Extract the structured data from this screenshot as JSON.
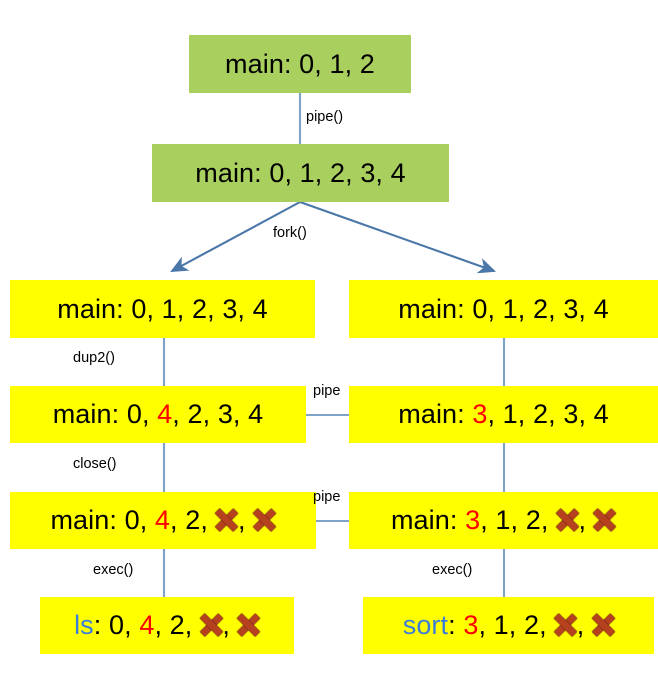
{
  "diagram": {
    "title": "pipe-fork-dup2-exec file descriptor table diagram",
    "colors": {
      "green_box": "#A9CF5E",
      "yellow_box": "#FFFF00",
      "connector": "#4A76A8",
      "red_token": "#FF0000",
      "blue_token": "#3B7DD8",
      "x_token": "#B5411F",
      "background": "#FFFFFF"
    },
    "nodes": [
      {
        "id": "n1",
        "label": "main: 0, 1, 2",
        "fill": "green",
        "tokens": [
          {
            "text": "main: 0, 1, 2",
            "color": "black"
          }
        ]
      },
      {
        "id": "n2",
        "label": "main: 0, 1, 2, 3, 4",
        "fill": "green",
        "tokens": [
          {
            "text": "main: 0, 1, 2, 3, 4",
            "color": "black"
          }
        ]
      },
      {
        "id": "n3",
        "label": "main: 0, 1, 2, 3, 4",
        "fill": "yellow",
        "tokens": [
          {
            "text": "main: 0, 1, 2, 3, 4",
            "color": "black"
          }
        ]
      },
      {
        "id": "n4",
        "label": "main: 0, 1, 2, 3, 4",
        "fill": "yellow",
        "tokens": [
          {
            "text": "main: 0, 1, 2, 3, 4",
            "color": "black"
          }
        ]
      },
      {
        "id": "n5",
        "label": "main: 0, 4, 2, 3, 4",
        "fill": "yellow",
        "tokens": [
          {
            "text": "main: 0, ",
            "color": "black"
          },
          {
            "text": "4",
            "color": "red"
          },
          {
            "text": ", 2, 3, 4",
            "color": "black"
          }
        ]
      },
      {
        "id": "n6",
        "label": "main: 3, 1, 2, 3, 4",
        "fill": "yellow",
        "tokens": [
          {
            "text": "main: ",
            "color": "black"
          },
          {
            "text": "3",
            "color": "red"
          },
          {
            "text": ", 1, 2, 3, 4",
            "color": "black"
          }
        ]
      },
      {
        "id": "n7",
        "label": "main: 0, 4, 2, X, X",
        "fill": "yellow",
        "tokens": [
          {
            "text": "main: 0, ",
            "color": "black"
          },
          {
            "text": "4",
            "color": "red"
          },
          {
            "text": ", 2, ",
            "color": "black"
          },
          {
            "text": "✖",
            "color": "x"
          },
          {
            "text": ", ",
            "color": "black"
          },
          {
            "text": "✖",
            "color": "x"
          }
        ]
      },
      {
        "id": "n8",
        "label": "main: 3, 1, 2, X, X",
        "fill": "yellow",
        "tokens": [
          {
            "text": "main: ",
            "color": "black"
          },
          {
            "text": "3",
            "color": "red"
          },
          {
            "text": ", 1, 2, ",
            "color": "black"
          },
          {
            "text": "✖",
            "color": "x"
          },
          {
            "text": ", ",
            "color": "black"
          },
          {
            "text": "✖",
            "color": "x"
          }
        ]
      },
      {
        "id": "n9",
        "label": "ls: 0, 4, 2, X, X",
        "fill": "yellow",
        "tokens": [
          {
            "text": "ls",
            "color": "blue"
          },
          {
            "text": ": 0, ",
            "color": "black"
          },
          {
            "text": "4",
            "color": "red"
          },
          {
            "text": ", 2, ",
            "color": "black"
          },
          {
            "text": "✖",
            "color": "x"
          },
          {
            "text": ", ",
            "color": "black"
          },
          {
            "text": "✖",
            "color": "x"
          }
        ]
      },
      {
        "id": "n10",
        "label": "sort: 3, 1, 2, X, X",
        "fill": "yellow",
        "tokens": [
          {
            "text": "sort",
            "color": "blue"
          },
          {
            "text": ": ",
            "color": "black"
          },
          {
            "text": "3",
            "color": "red"
          },
          {
            "text": ", 1, 2, ",
            "color": "black"
          },
          {
            "text": "✖",
            "color": "x"
          },
          {
            "text": ", ",
            "color": "black"
          },
          {
            "text": "✖",
            "color": "x"
          }
        ]
      }
    ],
    "edge_labels": {
      "pipe_call": "pipe()",
      "fork_call": "fork()",
      "dup2_call": "dup2()",
      "close_call": "close()",
      "exec_left": "exec()",
      "exec_right": "exec()",
      "pipe_link_upper": "pipe",
      "pipe_link_lower": "pipe"
    }
  }
}
